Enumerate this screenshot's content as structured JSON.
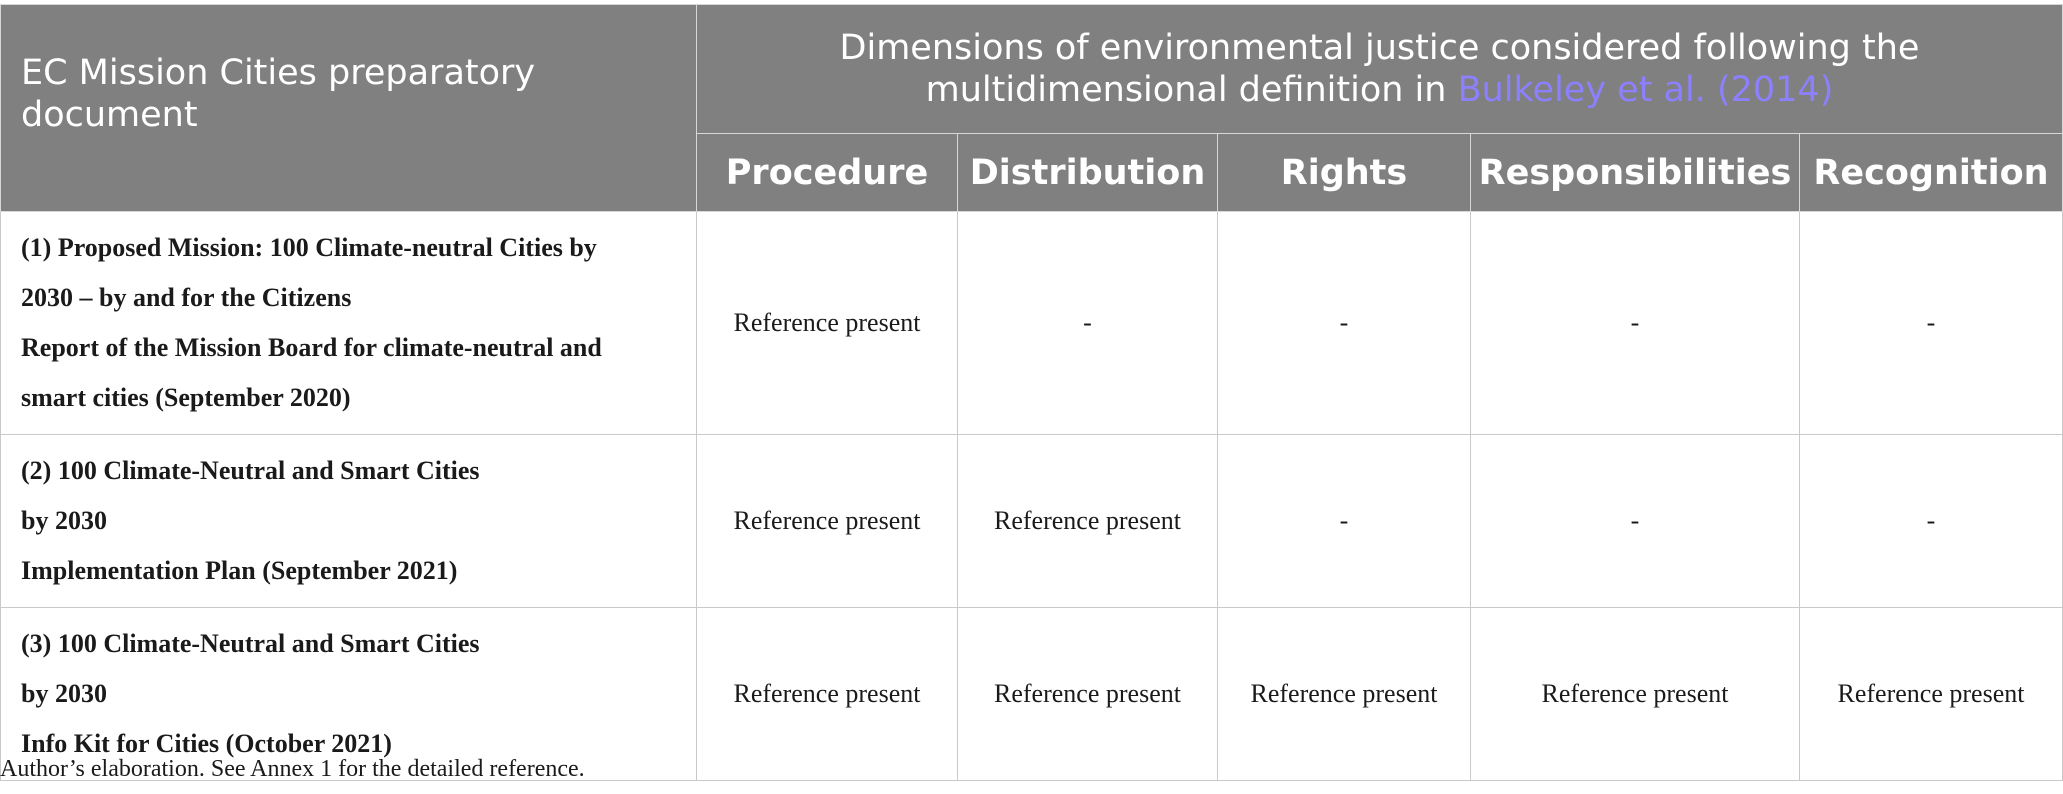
{
  "table": {
    "corner_header": "EC Mission Cities preparatory document",
    "group_header": {
      "text": "Dimensions of environmental justice considered following the multidimensional definition in ",
      "citation": "Bulkeley et al. (2014)"
    },
    "dimensions": [
      "Procedure",
      "Distribution",
      "Rights",
      "Responsibilities",
      "Recognition"
    ],
    "rows": [
      {
        "document_lines": [
          "(1) Proposed Mission: 100 Climate-neutral Cities by",
          "2030 – by and for the Citizens",
          "Report of the Mission Board for climate-neutral and",
          "smart cities (September 2020)"
        ],
        "cells": [
          "Reference present",
          "-",
          "-",
          "-",
          "-"
        ]
      },
      {
        "document_lines": [
          "(2) 100 Climate-Neutral and Smart Cities",
          "by 2030",
          "Implementation Plan (September 2021)"
        ],
        "cells": [
          "Reference present",
          "Reference present",
          "-",
          "-",
          "-"
        ]
      },
      {
        "document_lines": [
          "(3) 100 Climate-Neutral and Smart Cities",
          "by 2030",
          "Info Kit for Cities (October 2021)"
        ],
        "cells": [
          "Reference present",
          "Reference present",
          "Reference present",
          "Reference present",
          "Reference present"
        ]
      }
    ],
    "colors": {
      "header_bg": "#7f807f",
      "header_text": "#ffffff",
      "citation_link": "#8c80ff"
    }
  },
  "footnote": "Author’s elaboration. See Annex 1 for the detailed reference."
}
